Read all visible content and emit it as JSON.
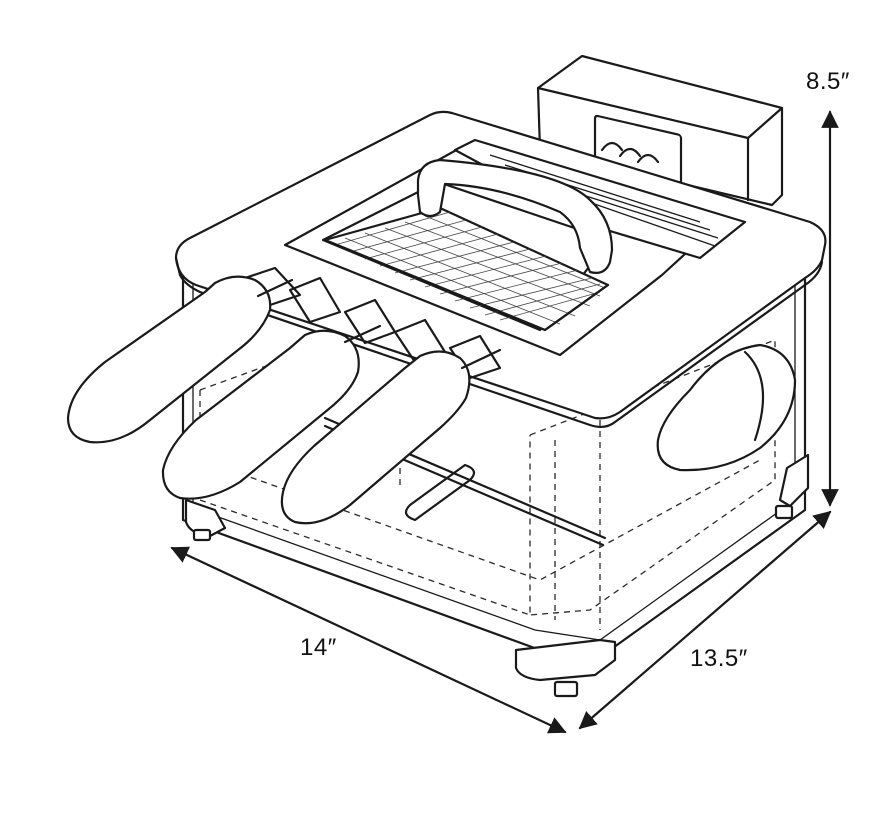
{
  "dimensions": {
    "height": "8.5″",
    "width": "14″",
    "depth": "13.5″"
  },
  "colors": {
    "line": "#1a1a1a",
    "background": "#ffffff"
  },
  "parts": {
    "handles": 3,
    "basket_icon": "wire-mesh-basket",
    "control_box_icon": "control-unit"
  }
}
